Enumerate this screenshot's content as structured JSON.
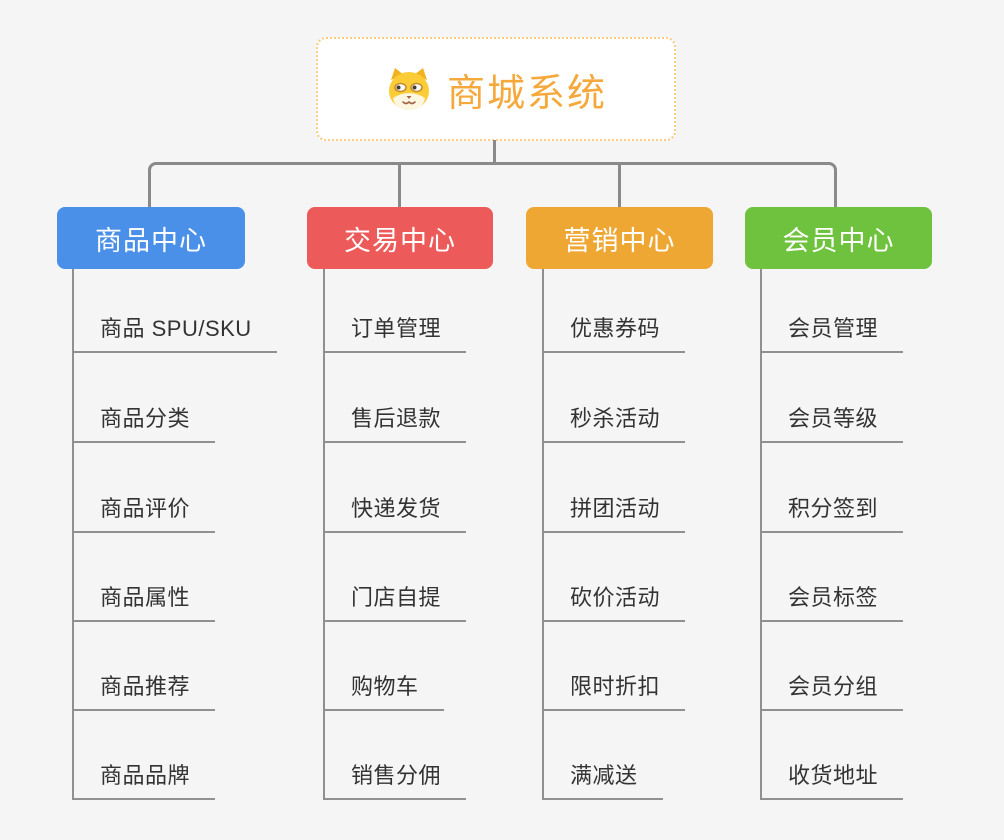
{
  "root": {
    "title": "商城系统",
    "icon": "dog-face-icon"
  },
  "branches": [
    {
      "label": "商品中心",
      "color": "#4a90e8",
      "items": [
        "商品 SPU/SKU",
        "商品分类",
        "商品评价",
        "商品属性",
        "商品推荐",
        "商品品牌"
      ]
    },
    {
      "label": "交易中心",
      "color": "#ec5a5a",
      "items": [
        "订单管理",
        "售后退款",
        "快递发货",
        "门店自提",
        "购物车",
        "销售分佣"
      ]
    },
    {
      "label": "营销中心",
      "color": "#efa733",
      "items": [
        "优惠券码",
        "秒杀活动",
        "拼团活动",
        "砍价活动",
        "限时折扣",
        "满减送"
      ]
    },
    {
      "label": "会员中心",
      "color": "#6fc23d",
      "items": [
        "会员管理",
        "会员等级",
        "积分签到",
        "会员标签",
        "会员分组",
        "收货地址"
      ]
    }
  ],
  "colors": {
    "background": "#f5f5f6",
    "connector": "#8a8a8a",
    "leaf_line": "#909090",
    "leaf_text": "#333333",
    "root_text": "#f5a83c",
    "root_border": "#f8cb7e"
  }
}
